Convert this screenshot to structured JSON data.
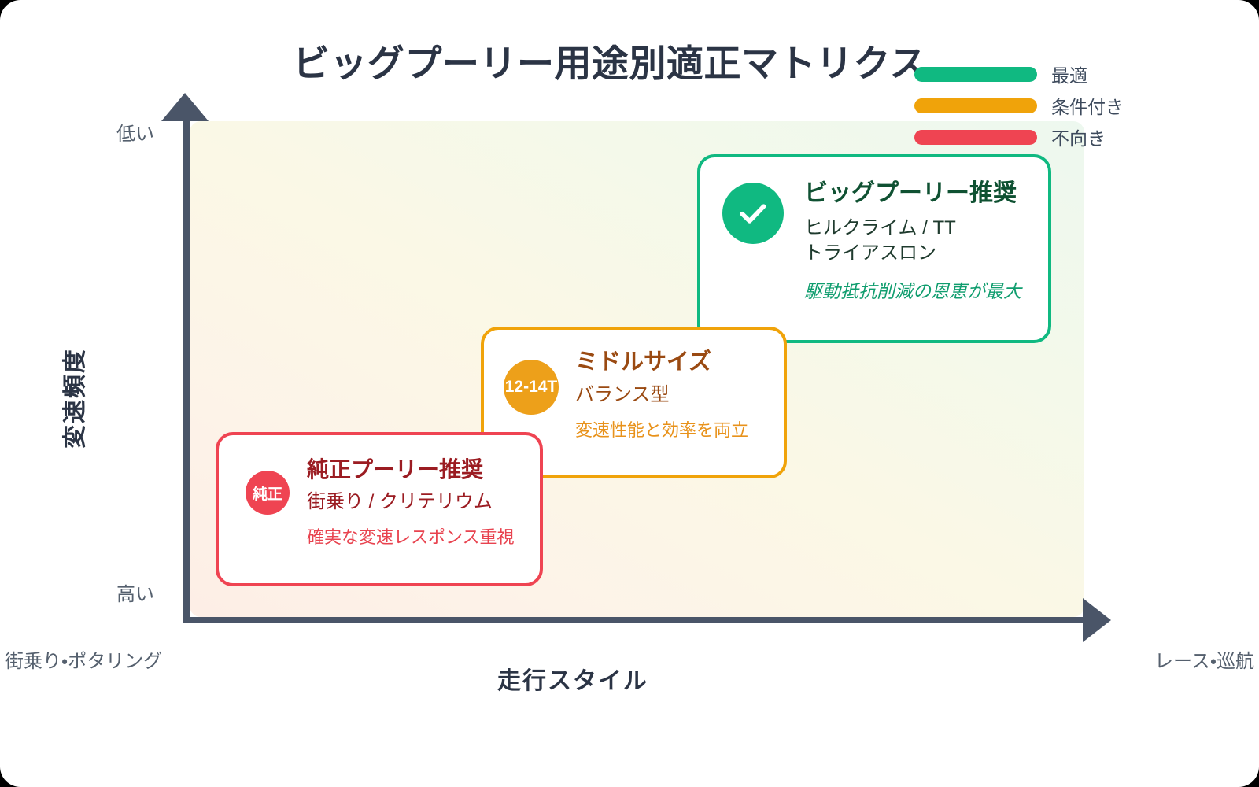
{
  "chart_data": {
    "type": "scatter",
    "title": "ビッグプーリー用途別適正マトリクス",
    "xlabel": "走行スタイル",
    "ylabel": "変速頻度",
    "x_tick_labels": [
      "街乗り・ポタリング",
      "レース・巡航"
    ],
    "y_tick_labels": [
      "低い",
      "高い"
    ],
    "grid": false,
    "legend_position": "top-right",
    "legend": [
      {
        "label": "最適",
        "color": "#10b981"
      },
      {
        "label": "条件付き",
        "color": "#f0a30a"
      },
      {
        "label": "不向き",
        "color": "#ef4452"
      }
    ],
    "background_gradient": {
      "from": "#fdeee6",
      "mid": "#fbf8e6",
      "to": "#edf8ef",
      "direction": "bottom-left to top-right"
    },
    "quadrants": [
      {
        "id": "green",
        "badge_icon": "check-icon",
        "badge_text": "",
        "title": "ビッグプーリー推奨",
        "subtitle_lines": [
          "ヒルクライム / TT",
          "トライアスロン"
        ],
        "note": "駆動抵抗削減の恩恵が最大",
        "color": "#10b981",
        "x_position": "high",
        "y_position": "low-frequency"
      },
      {
        "id": "orange",
        "badge_icon": "tooth-count-badge",
        "badge_text": "12-14T",
        "title": "ミドルサイズ",
        "subtitle_lines": [
          "バランス型"
        ],
        "note": "変速性能と効率を両立",
        "color": "#f0a30a",
        "x_position": "mid",
        "y_position": "mid-frequency"
      },
      {
        "id": "red",
        "badge_icon": "stock-badge",
        "badge_text": "純正",
        "title": "純正プーリー推奨",
        "subtitle_lines": [
          "街乗り / クリテリウム"
        ],
        "note": "確実な変速レスポンス重視",
        "color": "#ef4452",
        "x_position": "low",
        "y_position": "high-frequency"
      }
    ]
  },
  "title": "ビッグプーリー用途別適正マトリクス",
  "legend": {
    "items": [
      {
        "label": "最適"
      },
      {
        "label": "条件付き"
      },
      {
        "label": "不向き"
      }
    ]
  },
  "axes": {
    "y_title": "変速頻度",
    "y_top_label": "低い",
    "y_bottom_label": "高い",
    "x_title": "走行スタイル",
    "x_left_label": "街乗り・ポタリング",
    "x_right_label": "レース・巡航"
  },
  "cards": {
    "green": {
      "title": "ビッグプーリー推奨",
      "sub1": "ヒルクライム / TT",
      "sub2": "トライアスロン",
      "note": "駆動抵抗削減の恩恵が最大"
    },
    "orange": {
      "badge": "12-14T",
      "title": "ミドルサイズ",
      "sub1": "バランス型",
      "note": "変速性能と効率を両立"
    },
    "red": {
      "badge": "純正",
      "title": "純正プーリー推奨",
      "sub1": "街乗り / クリテリウム",
      "note": "確実な変速レスポンス重視"
    }
  }
}
